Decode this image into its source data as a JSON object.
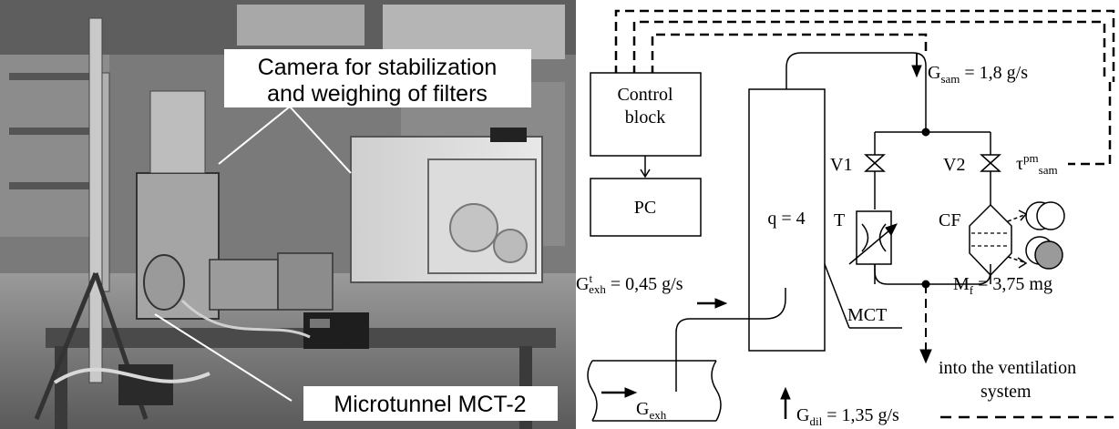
{
  "photo": {
    "label_camera_line1": "Camera for stabilization",
    "label_camera_line2": "and weighing of filters",
    "label_tunnel": "Microtunnel MCT-2"
  },
  "scheme": {
    "control_block_line1": "Control",
    "control_block_line2": "block",
    "pc": "PC",
    "q": "q = 4",
    "v1": "V1",
    "v2": "V2",
    "t": "T",
    "cf": "CF",
    "mct": "MCT",
    "gsam_base": "G",
    "gsam_sub": "sam",
    "gsam_value": " = 1,8 g/s",
    "tau_base": "τ",
    "tau_sup": "pm",
    "tau_sub": "sam",
    "gtexh_base": "G",
    "gtexh_sup": "t",
    "gtexh_sub": "exh",
    "gtexh_value": " = 0,45 g/s",
    "mf_base": "M",
    "mf_sub": "f",
    "mf_value": " = 3,75 mg",
    "gexh_base": "G",
    "gexh_sub": "exh",
    "gdil_base": "G",
    "gdil_sub": "dil",
    "gdil_value": " = 1,35 g/s",
    "vent_line1": "into the ventilation",
    "vent_line2": "system"
  }
}
